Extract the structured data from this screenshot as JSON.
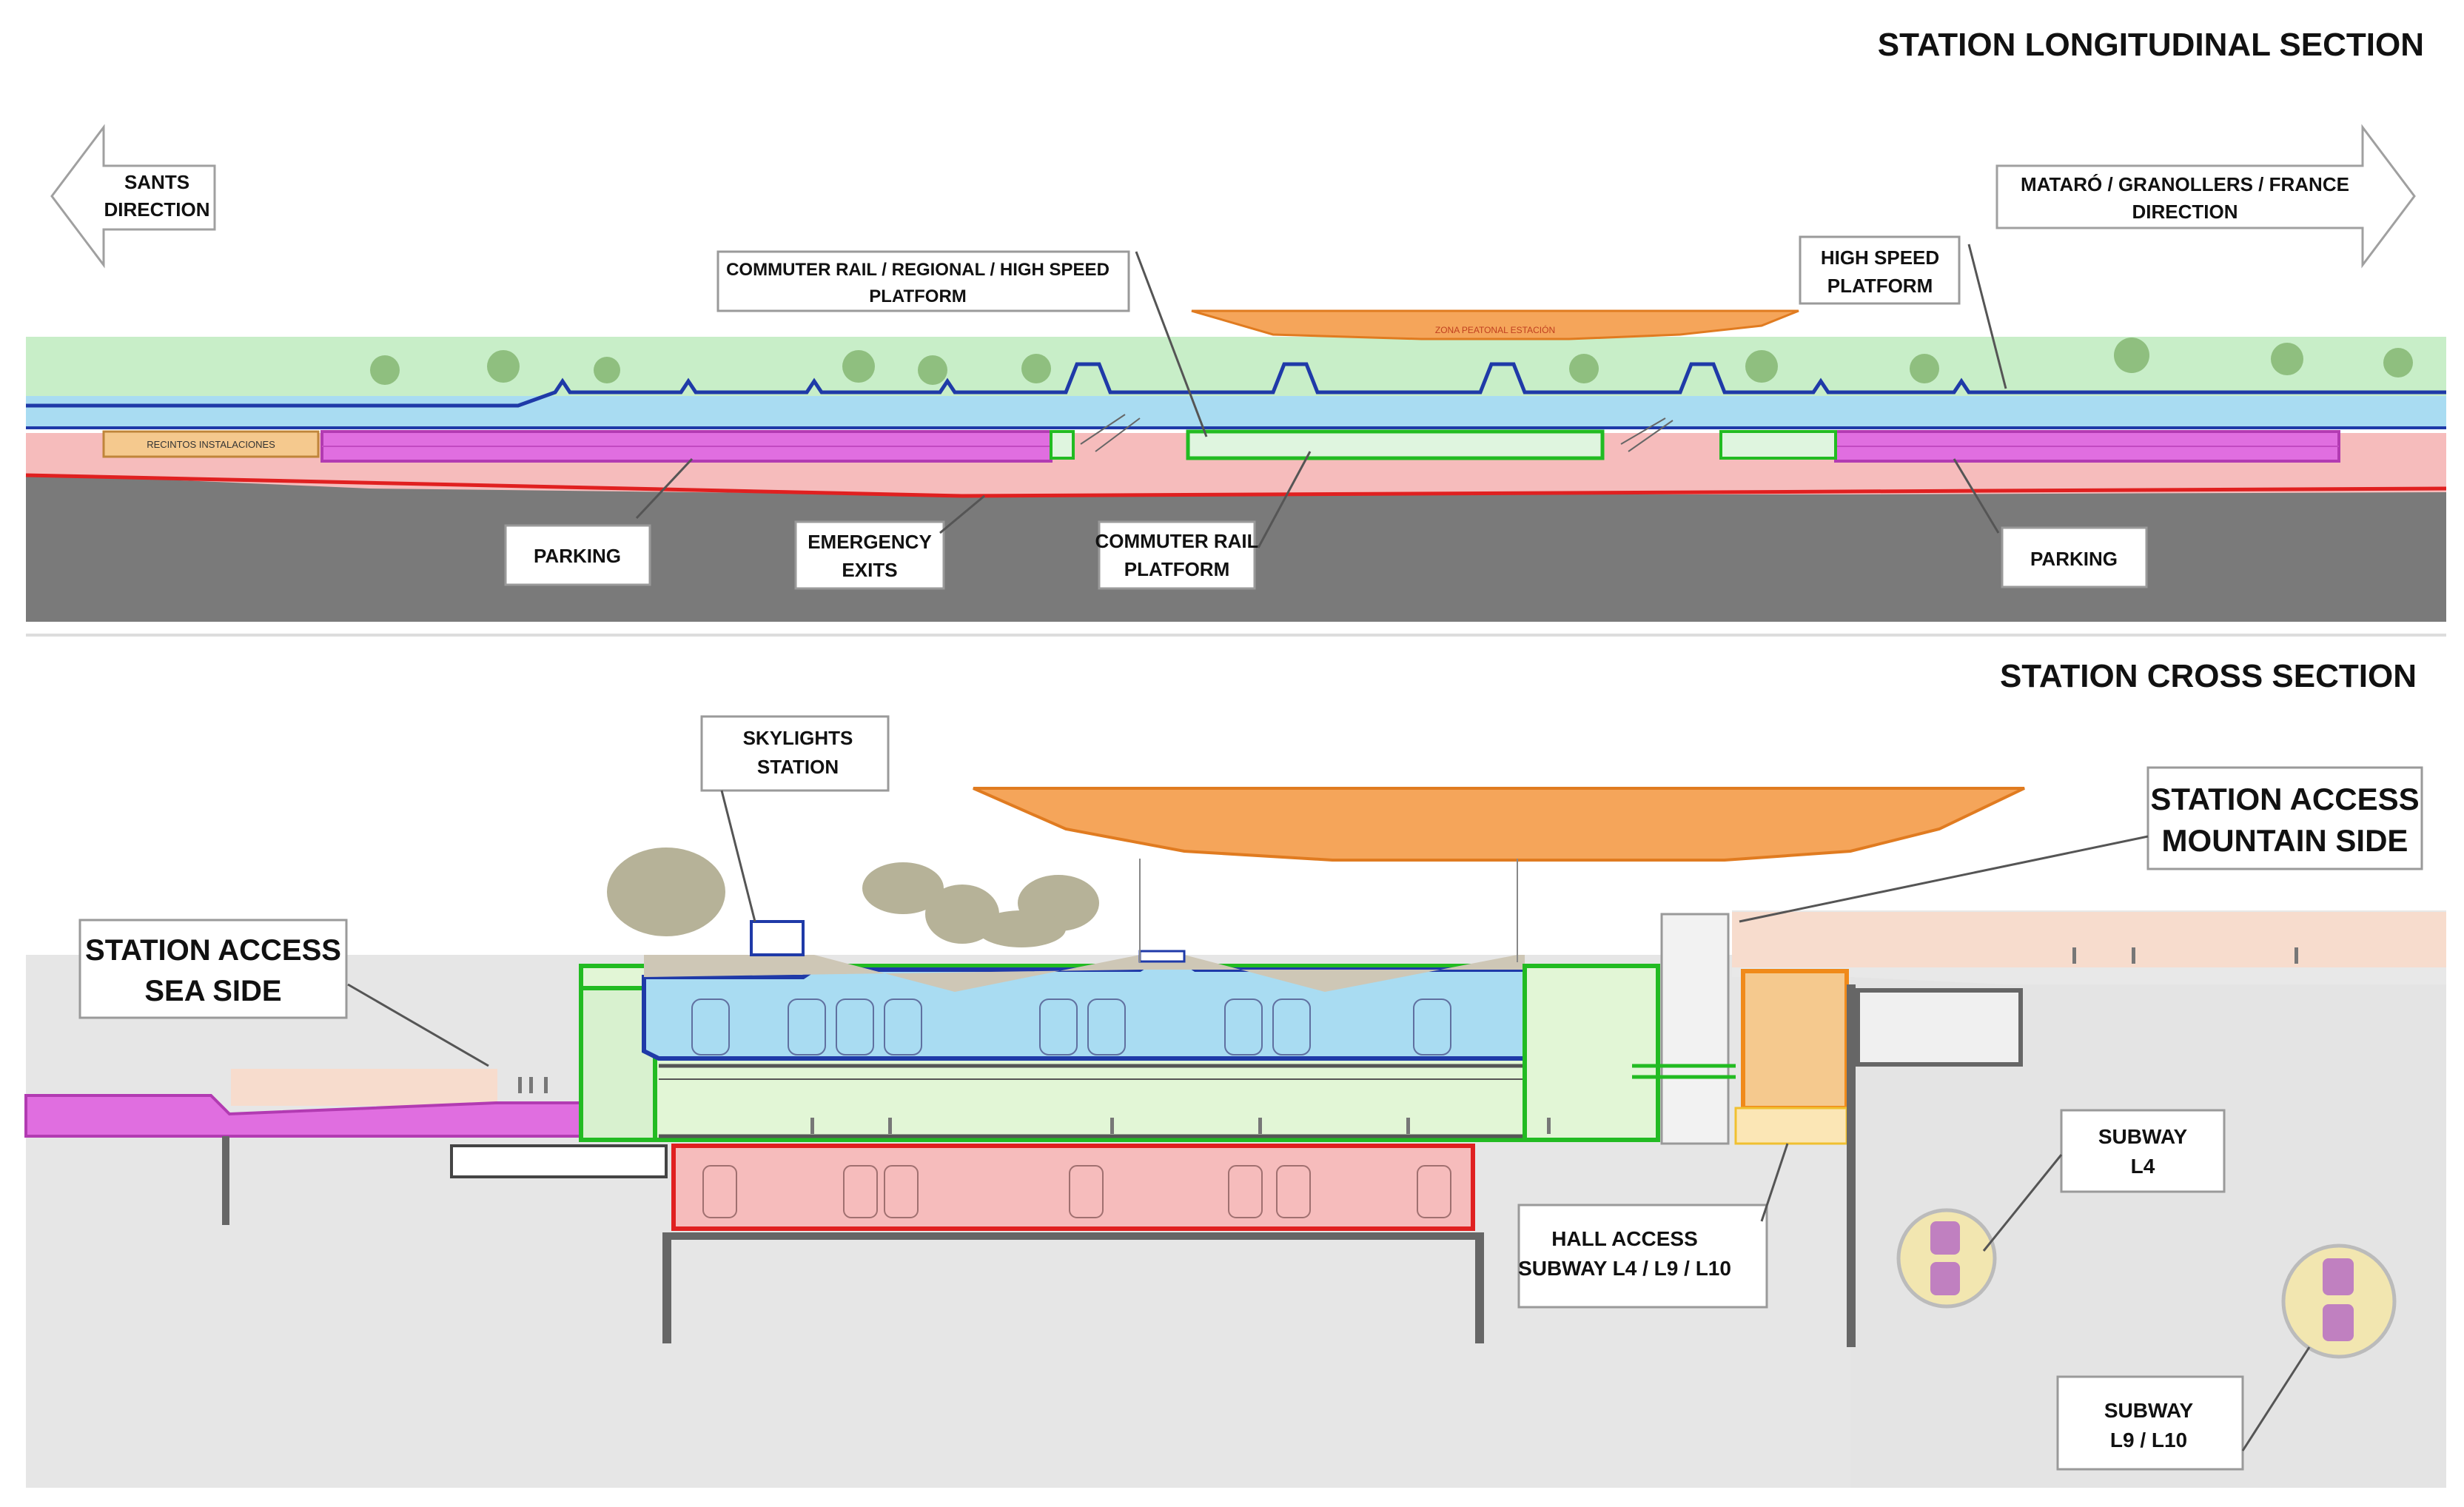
{
  "titles": {
    "longitudinal": "STATION LONGITUDINAL SECTION",
    "cross": "STATION CROSS SECTION"
  },
  "direction_arrows": {
    "left": [
      "SANTS",
      "DIRECTION"
    ],
    "right": [
      "MATARÓ / GRANOLLERS / FRANCE",
      "DIRECTION"
    ]
  },
  "longitudinal_labels": {
    "commuter_regional_hs": [
      "COMMUTER RAIL / REGIONAL / HIGH SPEED",
      "PLATFORM"
    ],
    "high_speed": [
      "HIGH SPEED",
      "PLATFORM"
    ],
    "parking_left": [
      "PARKING"
    ],
    "emergency": [
      "EMERGENCY",
      "EXITS"
    ],
    "commuter_rail": [
      "COMMUTER RAIL",
      "PLATFORM"
    ],
    "parking_right": [
      "PARKING"
    ],
    "installations": "RECINTOS INSTALACIONES",
    "canopy_text": "ZONA PEATONAL ESTACIÓN"
  },
  "cross_labels": {
    "skylights": [
      "SKYLIGHTS",
      "STATION"
    ],
    "sea_side": [
      "STATION ACCESS",
      "SEA SIDE"
    ],
    "mountain_side": [
      "STATION ACCESS",
      "MOUNTAIN SIDE"
    ],
    "hall_access": [
      "HALL ACCESS",
      "SUBWAY L4 / L9 / L10"
    ],
    "subway_l4": [
      "SUBWAY",
      "L4"
    ],
    "subway_l9_l10": [
      "SUBWAY",
      "L9 / L10"
    ]
  },
  "colors": {
    "green_park": "#c8eec8",
    "blue_platform": "#a9dcf2",
    "blue_outline": "#1f3aa8",
    "magenta_parking": "#e06ee0",
    "red_band": "#f6bcbc",
    "red_outline": "#e02020",
    "green_outline": "#22bb22",
    "orange_canopy": "#f5a55a",
    "ground_dark": "#7a7a7a",
    "ground_light": "#e6e6e6",
    "subway_circle": "#f2e6b0"
  }
}
